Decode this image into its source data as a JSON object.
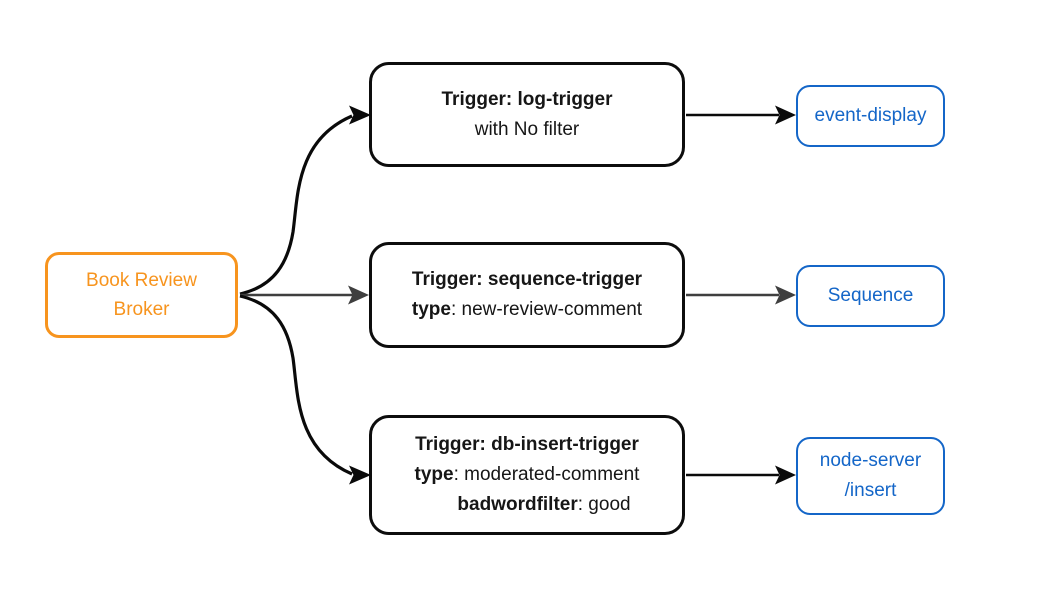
{
  "broker": {
    "line1": "Book Review",
    "line2": "Broker"
  },
  "triggers": [
    {
      "title": "Trigger: log-trigger",
      "subtitle": "with No filter"
    },
    {
      "title": "Trigger: sequence-trigger",
      "attr1_key": "type",
      "attr1_value": ": new-review-comment"
    },
    {
      "title": "Trigger: db-insert-trigger",
      "attr1_key": "type",
      "attr1_value": ": moderated-comment",
      "attr2_key": "badwordfilter",
      "attr2_value": ": good"
    }
  ],
  "sinks": [
    {
      "label": "event-display"
    },
    {
      "label": "Sequence"
    },
    {
      "label_line1": "node-server",
      "label_line2": "/insert"
    }
  ],
  "colors": {
    "broker_accent": "#F7941E",
    "sink_accent": "#1466C8",
    "edge_primary": "#0A0A0A",
    "edge_secondary": "#3F3F3F",
    "trigger_border": "#0D0D0D",
    "trigger_text": "#161616",
    "background": "#FFFFFF"
  }
}
